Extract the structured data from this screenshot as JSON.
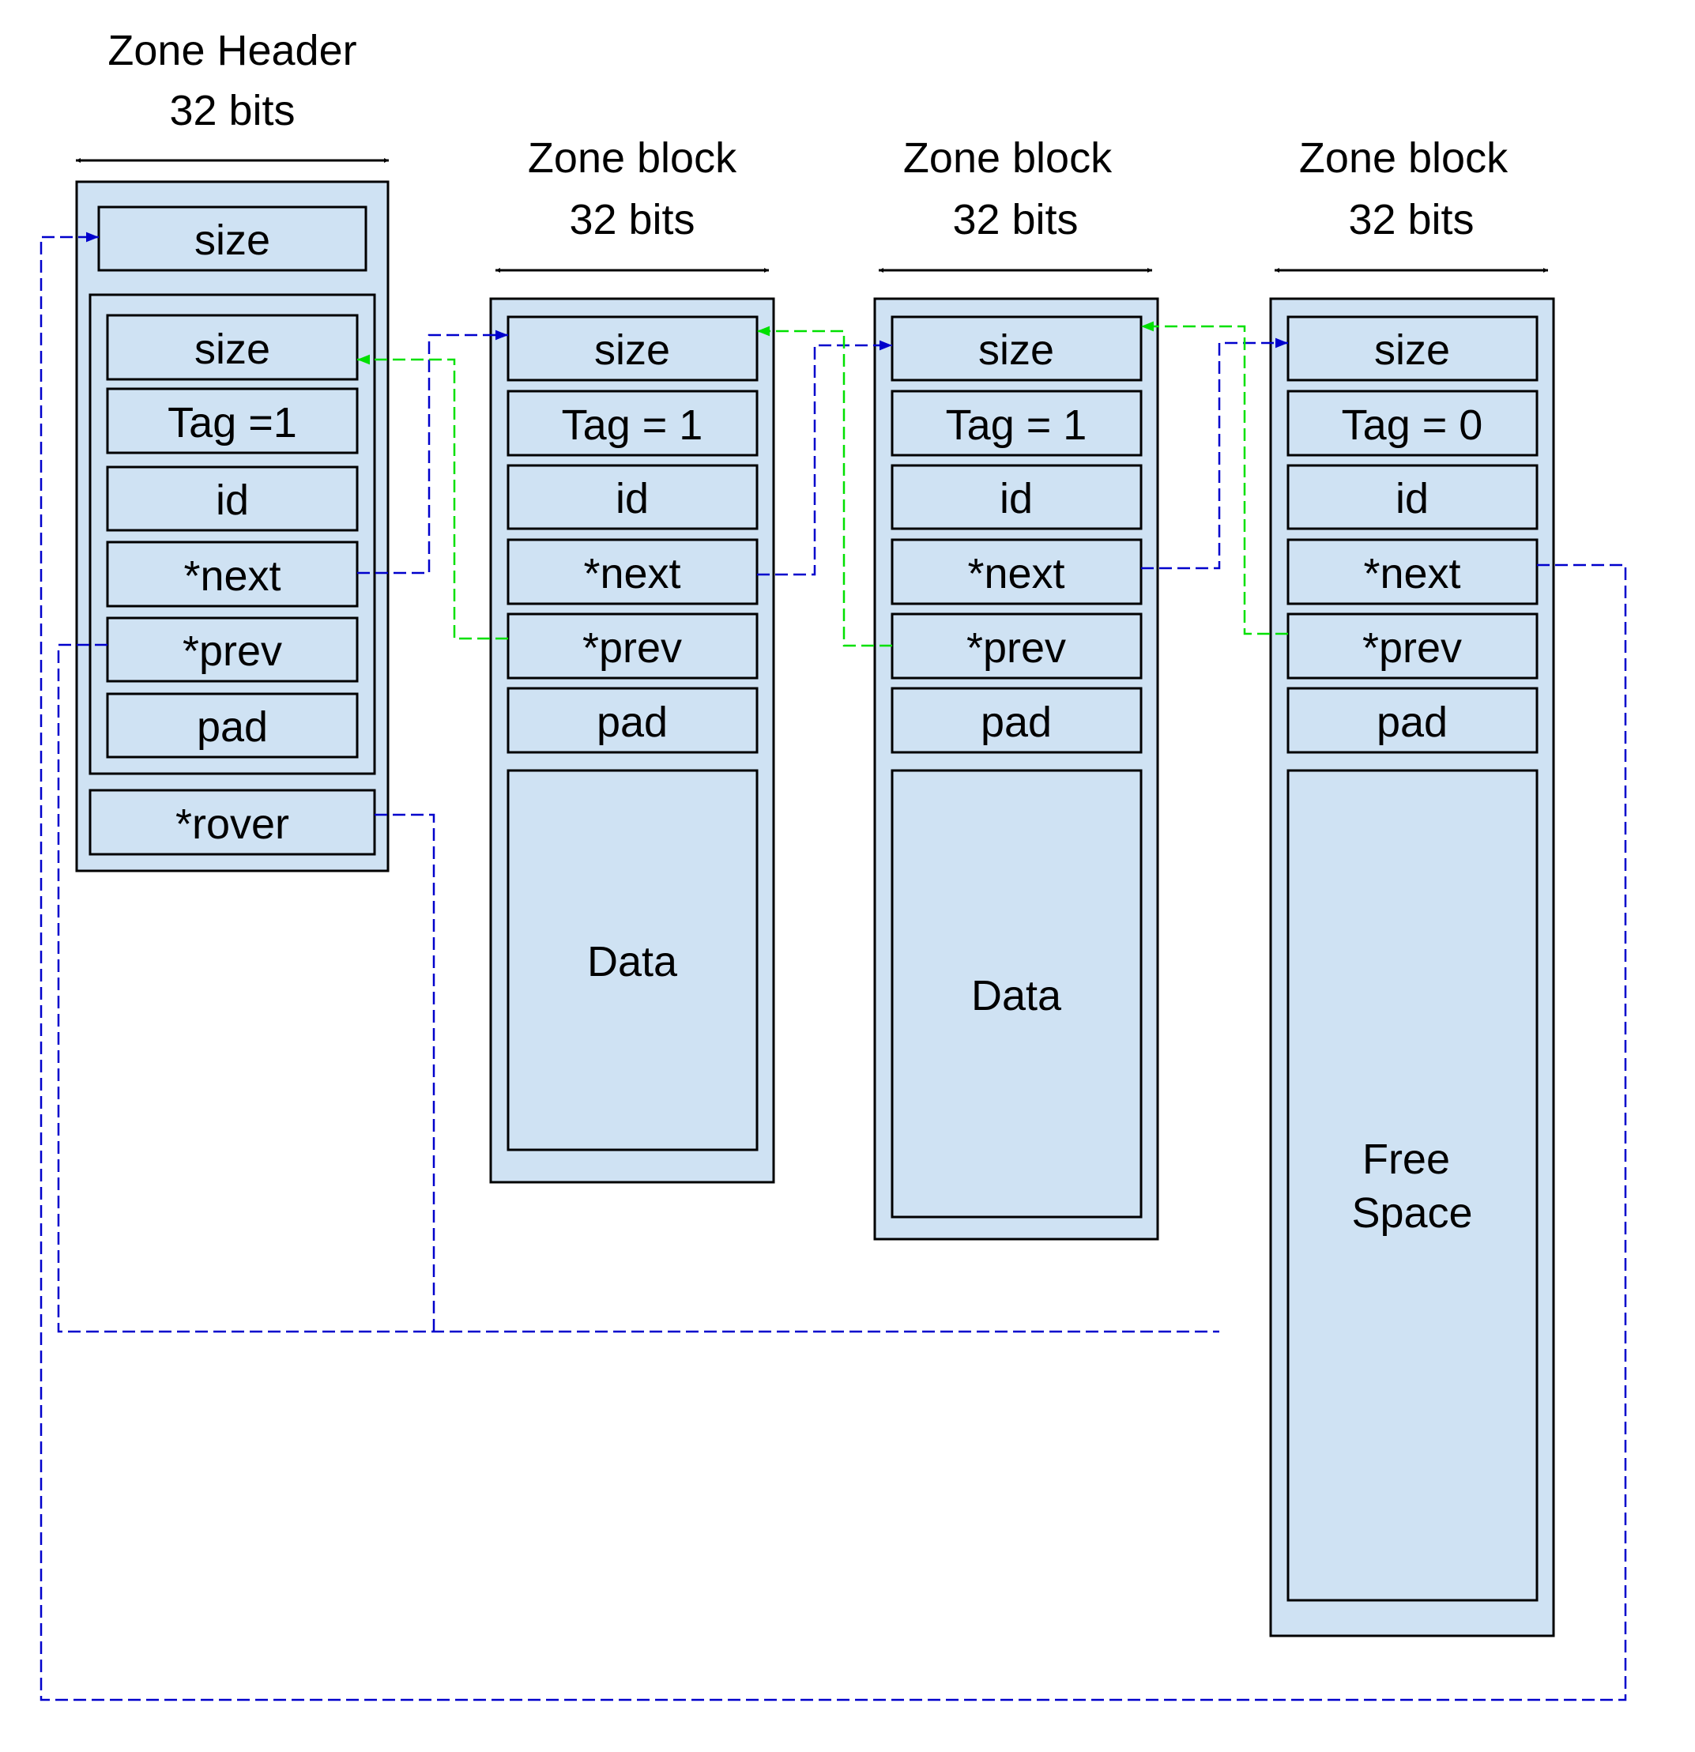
{
  "headers": [
    {
      "line1": "Zone Header",
      "line2": "32 bits"
    },
    {
      "line1": "Zone block",
      "line2": "32 bits"
    },
    {
      "line1": "Zone block",
      "line2": "32 bits"
    },
    {
      "line1": "Zone block",
      "line2": "32 bits"
    }
  ],
  "zone_header": {
    "size": "size",
    "block": {
      "size": "size",
      "tag": "Tag =1",
      "id": "id",
      "next": "*next",
      "prev": "*prev",
      "pad": "pad"
    },
    "rover": "*rover"
  },
  "blocks": [
    {
      "size": "size",
      "tag": "Tag = 1",
      "id": "id",
      "next": "*next",
      "prev": "*prev",
      "pad": "pad",
      "body": "Data"
    },
    {
      "size": "size",
      "tag": "Tag = 1",
      "id": "id",
      "next": "*next",
      "prev": "*prev",
      "pad": "pad",
      "body": "Data"
    },
    {
      "size": "size",
      "tag": "Tag = 0",
      "id": "id",
      "next": "*next",
      "prev": "*prev",
      "pad": "pad",
      "body": "Free Space"
    }
  ],
  "colors": {
    "cell_fill": "#cfe2f3",
    "next_pointer": "#0000cc",
    "prev_pointer": "#00e000"
  }
}
